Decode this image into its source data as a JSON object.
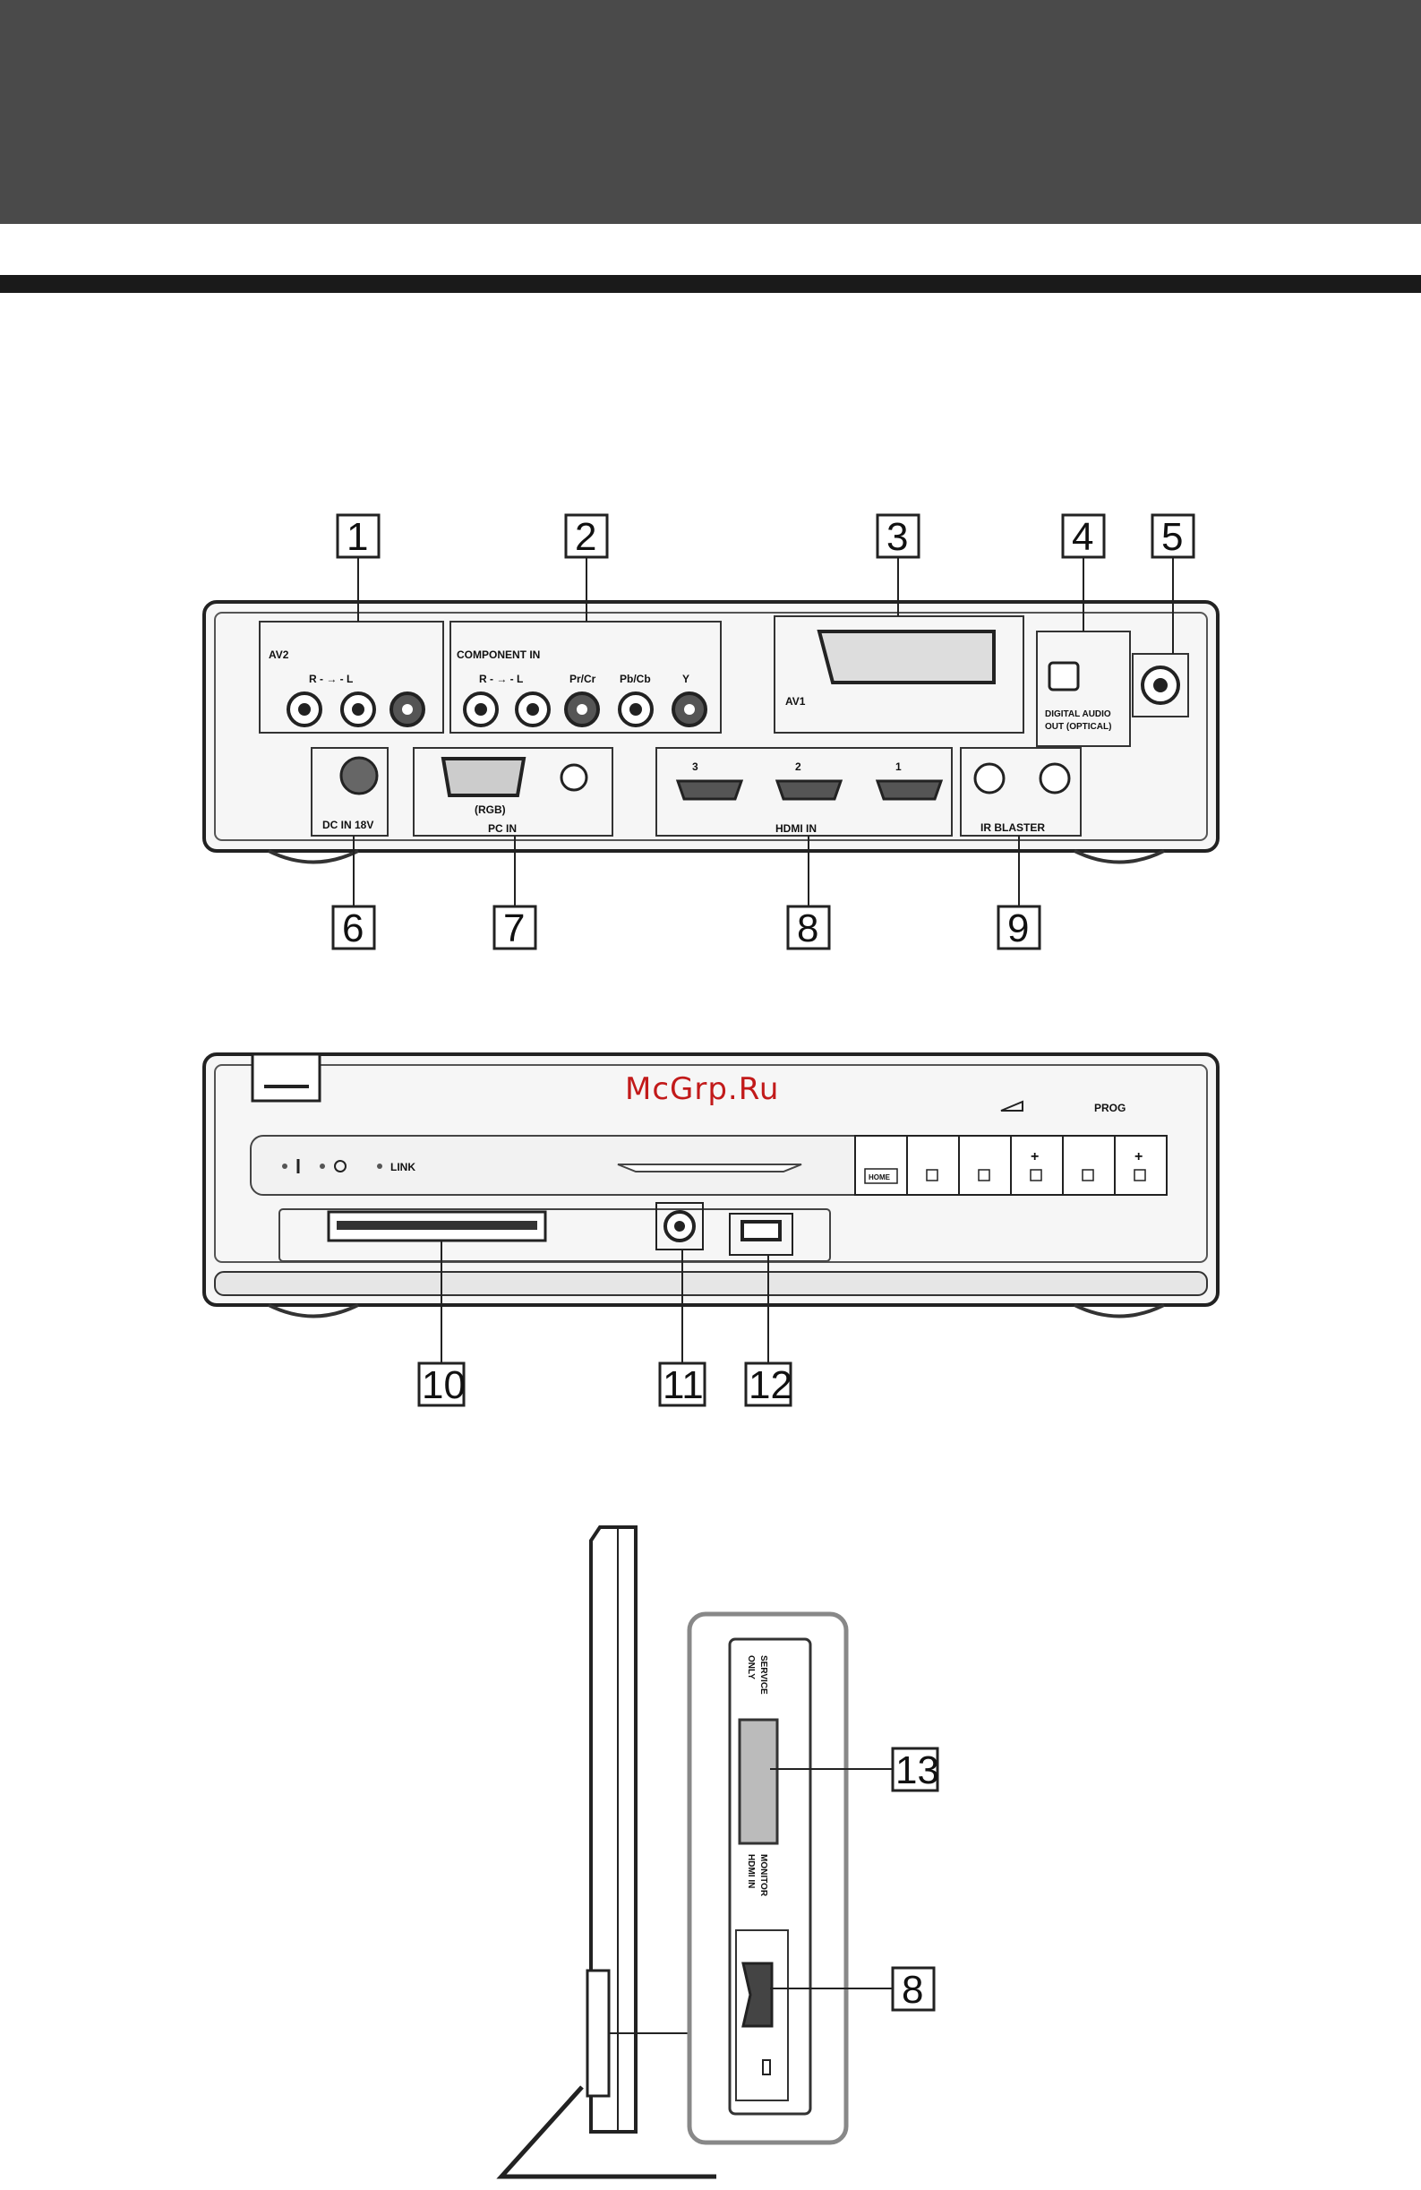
{
  "watermark": "McGrp.Ru",
  "callouts": [
    "1",
    "2",
    "3",
    "4",
    "5",
    "6",
    "7",
    "8",
    "9",
    "10",
    "11",
    "12",
    "13",
    "8"
  ],
  "rear_panel": {
    "av2": "AV2",
    "component_in": "COMPONENT IN",
    "audio_rl": "R - → - L",
    "pb_cb": "Pb/Cb",
    "pr_cr": "Pr/Cr",
    "y": "Y",
    "av1": "AV1",
    "digital_audio": "DIGITAL AUDIO",
    "digital_audio_optical": "OUT (OPTICAL)",
    "dc_in": "DC IN 18V",
    "rgb": "(RGB)",
    "pc_in": "PC IN",
    "hdmi_in": "HDMI IN",
    "hdmi_3": "3",
    "hdmi_2": "2",
    "hdmi_1": "1",
    "ir_blaster": "IR BLASTER"
  },
  "front_panel": {
    "link": "LINK",
    "prog": "PROG",
    "home": "HOME",
    "plus_a": "+",
    "plus_b": "+"
  },
  "side_panel": {
    "service_only_1": "SERVICE",
    "service_only_2": "ONLY",
    "monitor": "MONITOR",
    "hdmi_in": "HDMI IN"
  }
}
